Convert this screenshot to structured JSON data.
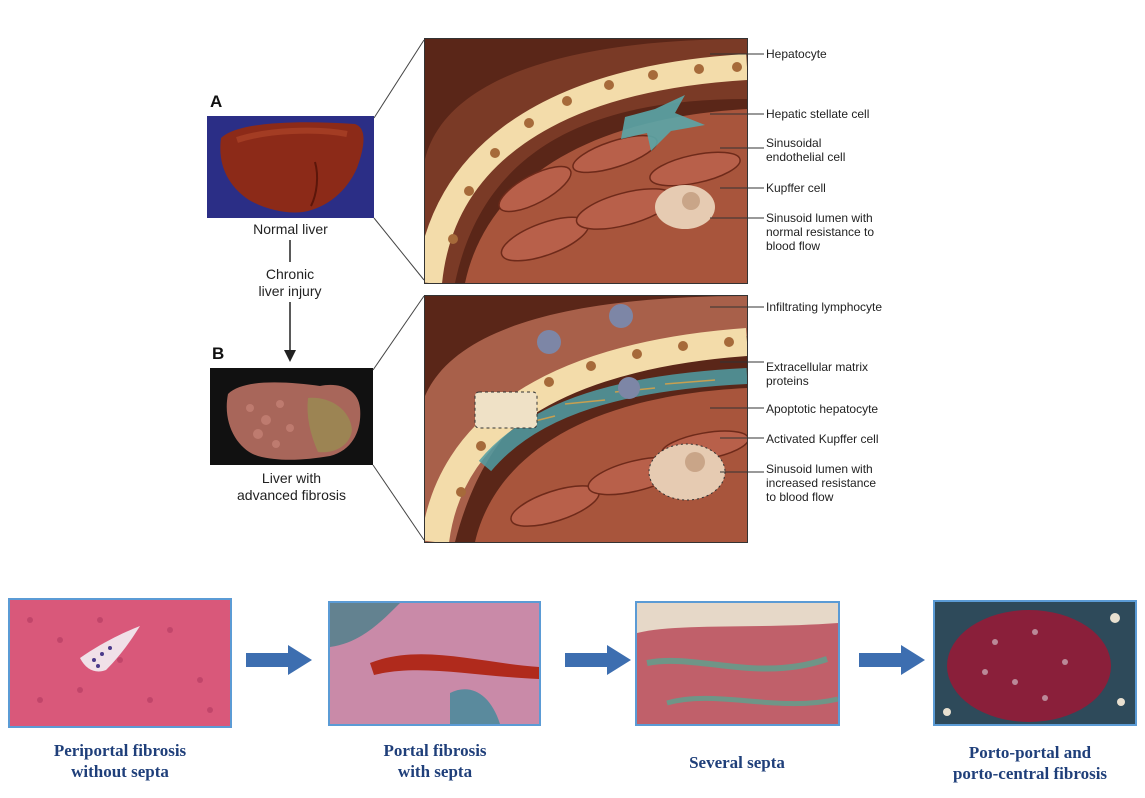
{
  "panel_a": {
    "letter": "A",
    "photo_caption": "Normal liver",
    "labels": [
      "Hepatocyte",
      "Hepatic stellate cell",
      "Sinusoidal\nendothelial cell",
      "Kupffer cell",
      "Sinusoid lumen with\nnormal resistance to\nblood flow"
    ]
  },
  "transition": {
    "text": "Chronic\nliver injury"
  },
  "panel_b": {
    "letter": "B",
    "photo_caption": "Liver with\nadvanced fibrosis",
    "labels": [
      "Infiltrating lymphocyte",
      "Extracellular matrix\nproteins",
      "Apoptotic hepatocyte",
      "Activated Kupffer cell",
      "Sinusoid lumen with\nincreased resistance\nto blood flow"
    ]
  },
  "stages": [
    {
      "caption": "Periportal fibrosis\nwithout septa"
    },
    {
      "caption": "Portal fibrosis\nwith septa"
    },
    {
      "caption": "Several septa"
    },
    {
      "caption": "Porto-portal and\nporto-central fibrosis"
    }
  ],
  "colors": {
    "stage_border": "#5b9bd5",
    "arrow": "#3d6eb0",
    "caption_text": "#1f3f7a",
    "photo_bg": "#2b2e86"
  }
}
